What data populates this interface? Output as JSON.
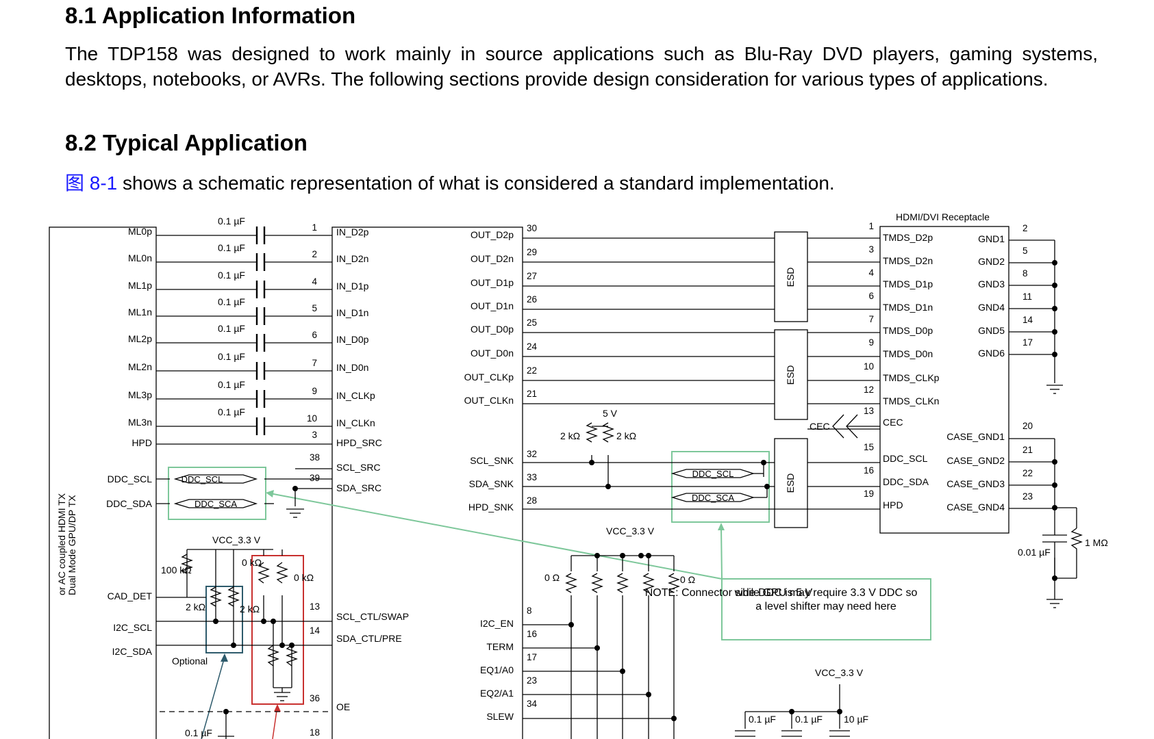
{
  "section_8_1": {
    "heading": "8.1 Application Information",
    "body": "The TDP158 was designed to work mainly in source applications such as Blu-Ray DVD players, gaming systems, desktops, notebooks, or AVRs. The following sections provide design consideration for various types of applications."
  },
  "section_8_2": {
    "heading": "8.2 Typical Application",
    "fig_ref": "图 8-1",
    "body_rest": " shows a schematic representation of what is considered a standard implementation."
  },
  "schematic": {
    "source_title": "Dual Mode GPU/DP TX",
    "source_title2": "or AC coupled HDMI TX",
    "source_pins": [
      "ML0p",
      "ML0n",
      "ML1p",
      "ML1n",
      "ML2p",
      "ML2n",
      "ML3p",
      "ML3n",
      "HPD",
      "DDC_SCL",
      "DDC_SDA",
      "CAD_DET",
      "I2C_SCL",
      "I2C_SDA"
    ],
    "cap_label": "0.1 µF",
    "cap_pin_numbers": [
      "1",
      "2",
      "4",
      "5",
      "6",
      "7",
      "9",
      "10"
    ],
    "chip_in_pins": [
      "IN_D2p",
      "IN_D2n",
      "IN_D1p",
      "IN_D1n",
      "IN_D0p",
      "IN_D0n",
      "IN_CLKp",
      "IN_CLKn",
      "HPD_SRC",
      "SCL_SRC",
      "SDA_SRC"
    ],
    "chip_in_pin_numbers": [
      "3",
      "38",
      "39"
    ],
    "chip_ctl_pins": [
      "SCL_CTL/SWAP",
      "SDA_CTL/PRE",
      "OE"
    ],
    "chip_ctl_pin_numbers": [
      "13",
      "14",
      "36",
      "18"
    ],
    "chip_out_pins": [
      "OUT_D2p",
      "OUT_D2n",
      "OUT_D1p",
      "OUT_D1n",
      "OUT_D0p",
      "OUT_D0n",
      "OUT_CLKp",
      "OUT_CLKn",
      "SCL_SNK",
      "SDA_SNK",
      "HPD_SNK"
    ],
    "chip_out_pin_numbers": [
      "30",
      "29",
      "27",
      "26",
      "25",
      "24",
      "22",
      "21",
      "32",
      "33",
      "28"
    ],
    "chip_cfg_pins": [
      "I2C_EN",
      "TERM",
      "EQ1/A0",
      "EQ2/A1",
      "SLEW"
    ],
    "chip_cfg_pin_numbers": [
      "8",
      "16",
      "17",
      "23",
      "34"
    ],
    "ddc_tags": [
      "DDC_SCL",
      "DDC_SCA"
    ],
    "esd_label": "ESD",
    "receptacle_title": "HDMI/DVI Receptacle",
    "receptacle_left_pins": [
      "TMDS_D2p",
      "TMDS_D2n",
      "TMDS_D1p",
      "TMDS_D1n",
      "TMDS_D0p",
      "TMDS_D0n",
      "TMDS_CLKp",
      "TMDS_CLKn",
      "CEC",
      "DDC_SCL",
      "DDC_SDA",
      "HPD"
    ],
    "receptacle_left_numbers": [
      "1",
      "3",
      "4",
      "6",
      "7",
      "9",
      "10",
      "12",
      "13",
      "15",
      "16",
      "19"
    ],
    "receptacle_right_pins": [
      "GND1",
      "GND2",
      "GND3",
      "GND4",
      "GND5",
      "GND6",
      "CASE_GND1",
      "CASE_GND2",
      "CASE_GND3",
      "CASE_GND4"
    ],
    "receptacle_right_numbers": [
      "2",
      "5",
      "8",
      "11",
      "14",
      "17",
      "20",
      "21",
      "22",
      "23"
    ],
    "cec_label": "CEC",
    "v5": "5 V",
    "vcc": "VCC_3.3 V",
    "r_2k": "2 kΩ",
    "r_100k": "100 kΩ",
    "r_0": "0 Ω",
    "r_0k": "0 kΩ",
    "r_1m": "1 MΩ",
    "c_001": "0.01 µF",
    "c_10": "10 µF",
    "optional": "Optional",
    "note": [
      "NOTE: Connector side DDC is 5 V",
      "while GPU may require 3.3 V DDC so",
      "a level shifter may need here"
    ]
  }
}
